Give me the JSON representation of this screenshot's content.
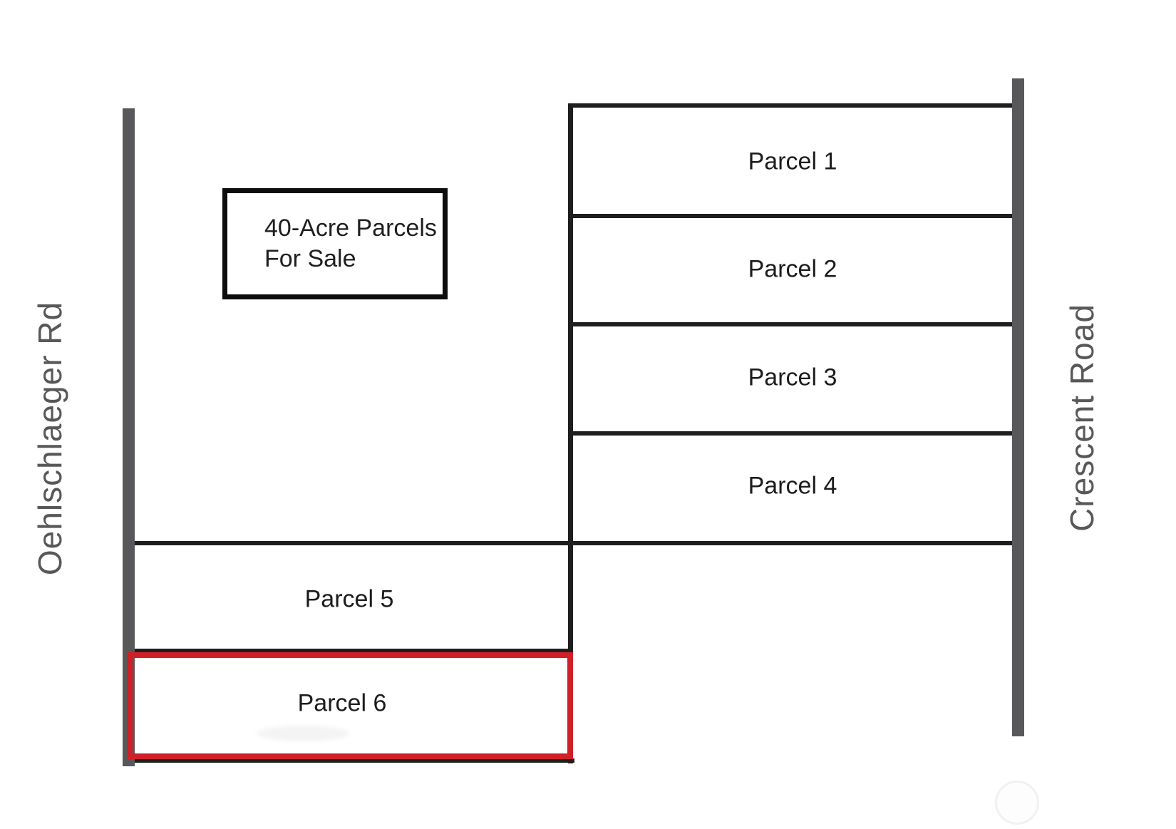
{
  "sign": {
    "line1": "40-Acre Parcels",
    "line2": "For Sale"
  },
  "roads": {
    "left": {
      "name": "Oehlschlaeger Rd"
    },
    "right": {
      "name": "Crescent Road"
    }
  },
  "parcels": [
    {
      "label": "Parcel 1",
      "highlighted": false
    },
    {
      "label": "Parcel 2",
      "highlighted": false
    },
    {
      "label": "Parcel 3",
      "highlighted": false
    },
    {
      "label": "Parcel 4",
      "highlighted": false
    },
    {
      "label": "Parcel 5",
      "highlighted": false
    },
    {
      "label": "Parcel 6",
      "highlighted": true
    }
  ],
  "colors": {
    "road_gray": "#58585a",
    "boundary_black": "#1e1e1e",
    "highlight_red": "#d02027"
  }
}
